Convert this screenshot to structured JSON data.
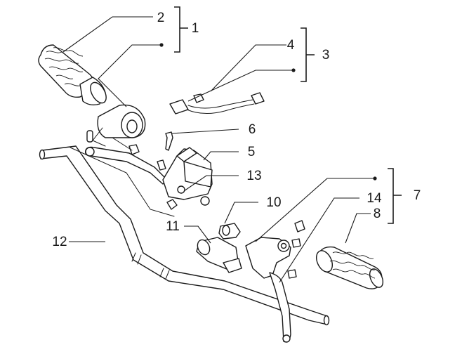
{
  "callouts": [
    {
      "id": "c1",
      "text": "1"
    },
    {
      "id": "c2",
      "text": "2"
    },
    {
      "id": "c3",
      "text": "3"
    },
    {
      "id": "c4",
      "text": "4"
    },
    {
      "id": "c5",
      "text": "5"
    },
    {
      "id": "c6",
      "text": "6"
    },
    {
      "id": "c7",
      "text": "7"
    },
    {
      "id": "c8",
      "text": "8"
    },
    {
      "id": "c10",
      "text": "10"
    },
    {
      "id": "c11",
      "text": "11"
    },
    {
      "id": "c12",
      "text": "12"
    },
    {
      "id": "c13",
      "text": "13"
    },
    {
      "id": "c14",
      "text": "14"
    }
  ]
}
